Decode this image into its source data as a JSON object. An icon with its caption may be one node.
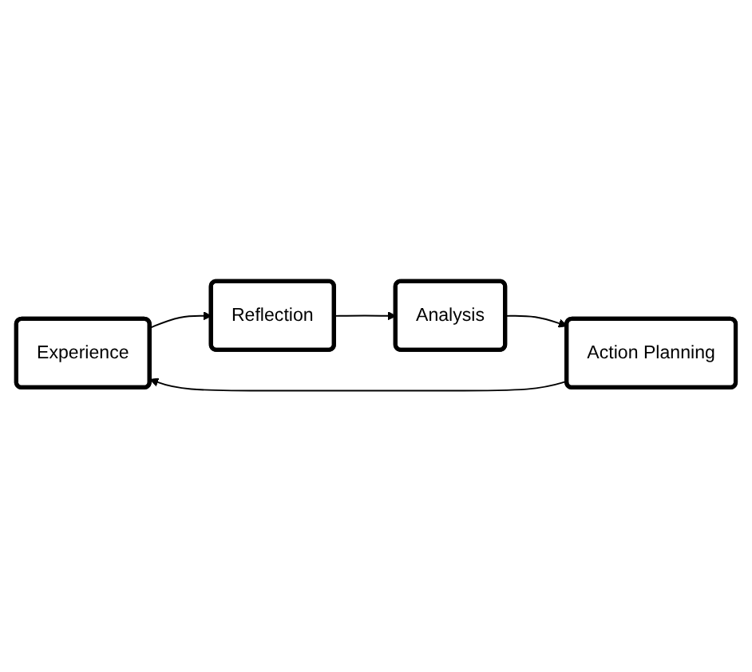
{
  "diagram": {
    "nodes": [
      {
        "text": [
          "Experience"
        ]
      },
      {
        "text": [
          "Reflection"
        ]
      },
      {
        "text": [
          "Analysis"
        ]
      },
      {
        "text": [
          "Action Planning"
        ]
      }
    ],
    "edges": [
      {
        "from": 0,
        "to": 1,
        "arrow": "to"
      },
      {
        "from": 1,
        "to": 2,
        "arrow": "to"
      },
      {
        "from": 2,
        "to": 3,
        "arrow": "to"
      },
      {
        "from": 3,
        "to": 0,
        "arrow": "to"
      }
    ]
  }
}
